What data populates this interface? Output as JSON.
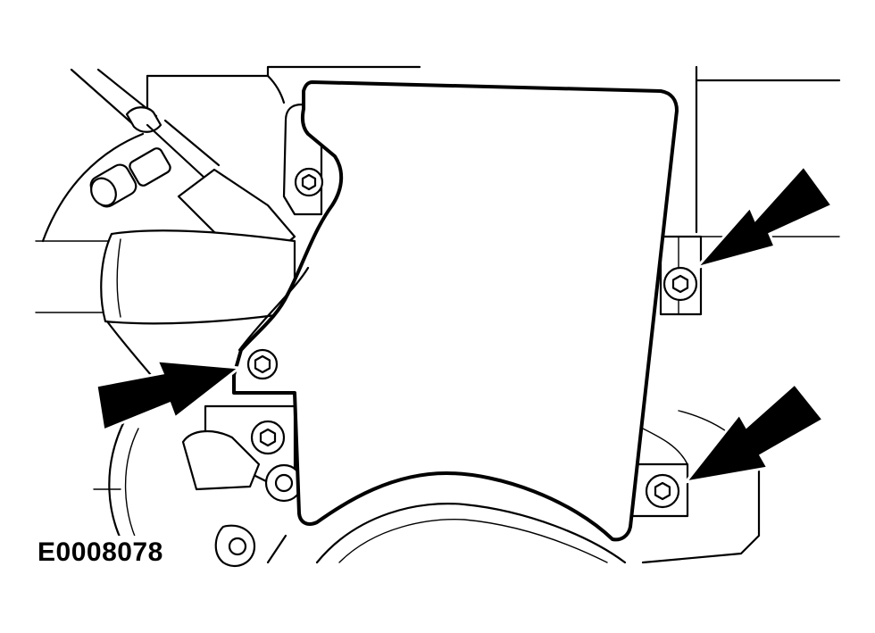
{
  "figure": {
    "id": "E0008078",
    "line_color": "#000000",
    "background_color": "#ffffff",
    "callout_arrows": 3,
    "highlighted_fasteners": 3
  }
}
